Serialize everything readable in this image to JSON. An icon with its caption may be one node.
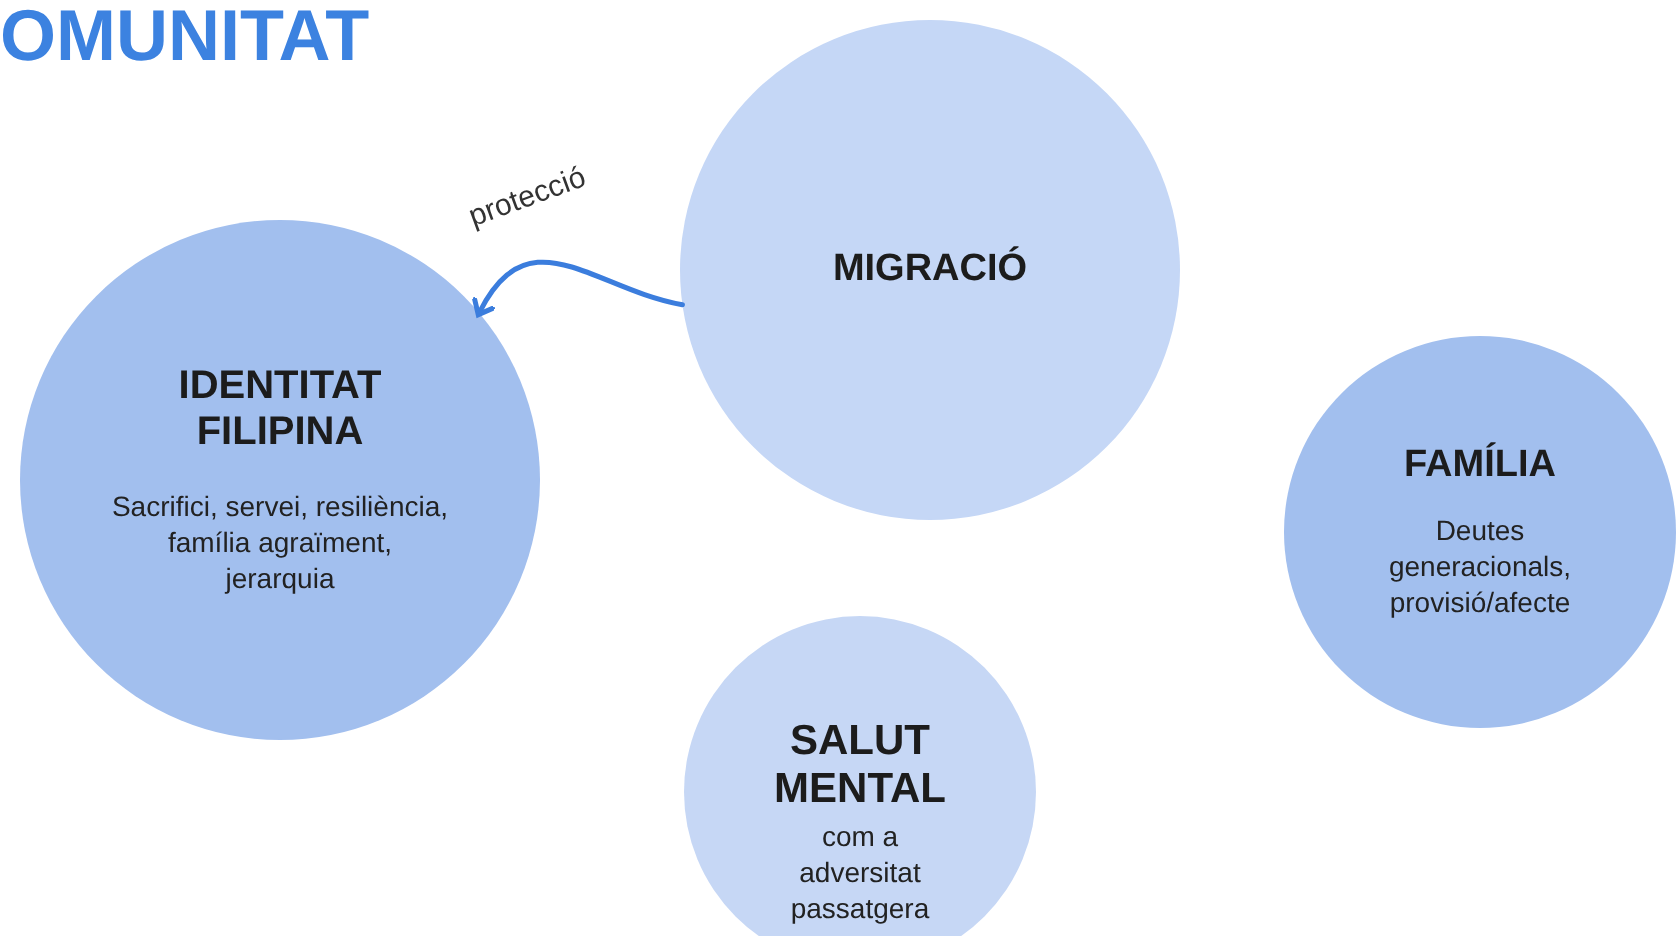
{
  "diagram": {
    "title": "OMUNITAT",
    "nodes": [
      {
        "text": [
          "IDENTITAT FILIPINA",
          "Sacrifici, servei, resiliència, família agraïment, jerarquia"
        ]
      },
      {
        "text": [
          "MIGRACIÓ"
        ]
      },
      {
        "text": [
          "FAMÍLIA",
          "Deutes generacionals, provisió/afecte"
        ]
      },
      {
        "text": [
          "SALUT MENTAL",
          "com a adversitat passatgera"
        ]
      }
    ],
    "edges": [
      {
        "from": 1,
        "to": 0,
        "arrow": "to",
        "label": "protecció"
      }
    ]
  }
}
